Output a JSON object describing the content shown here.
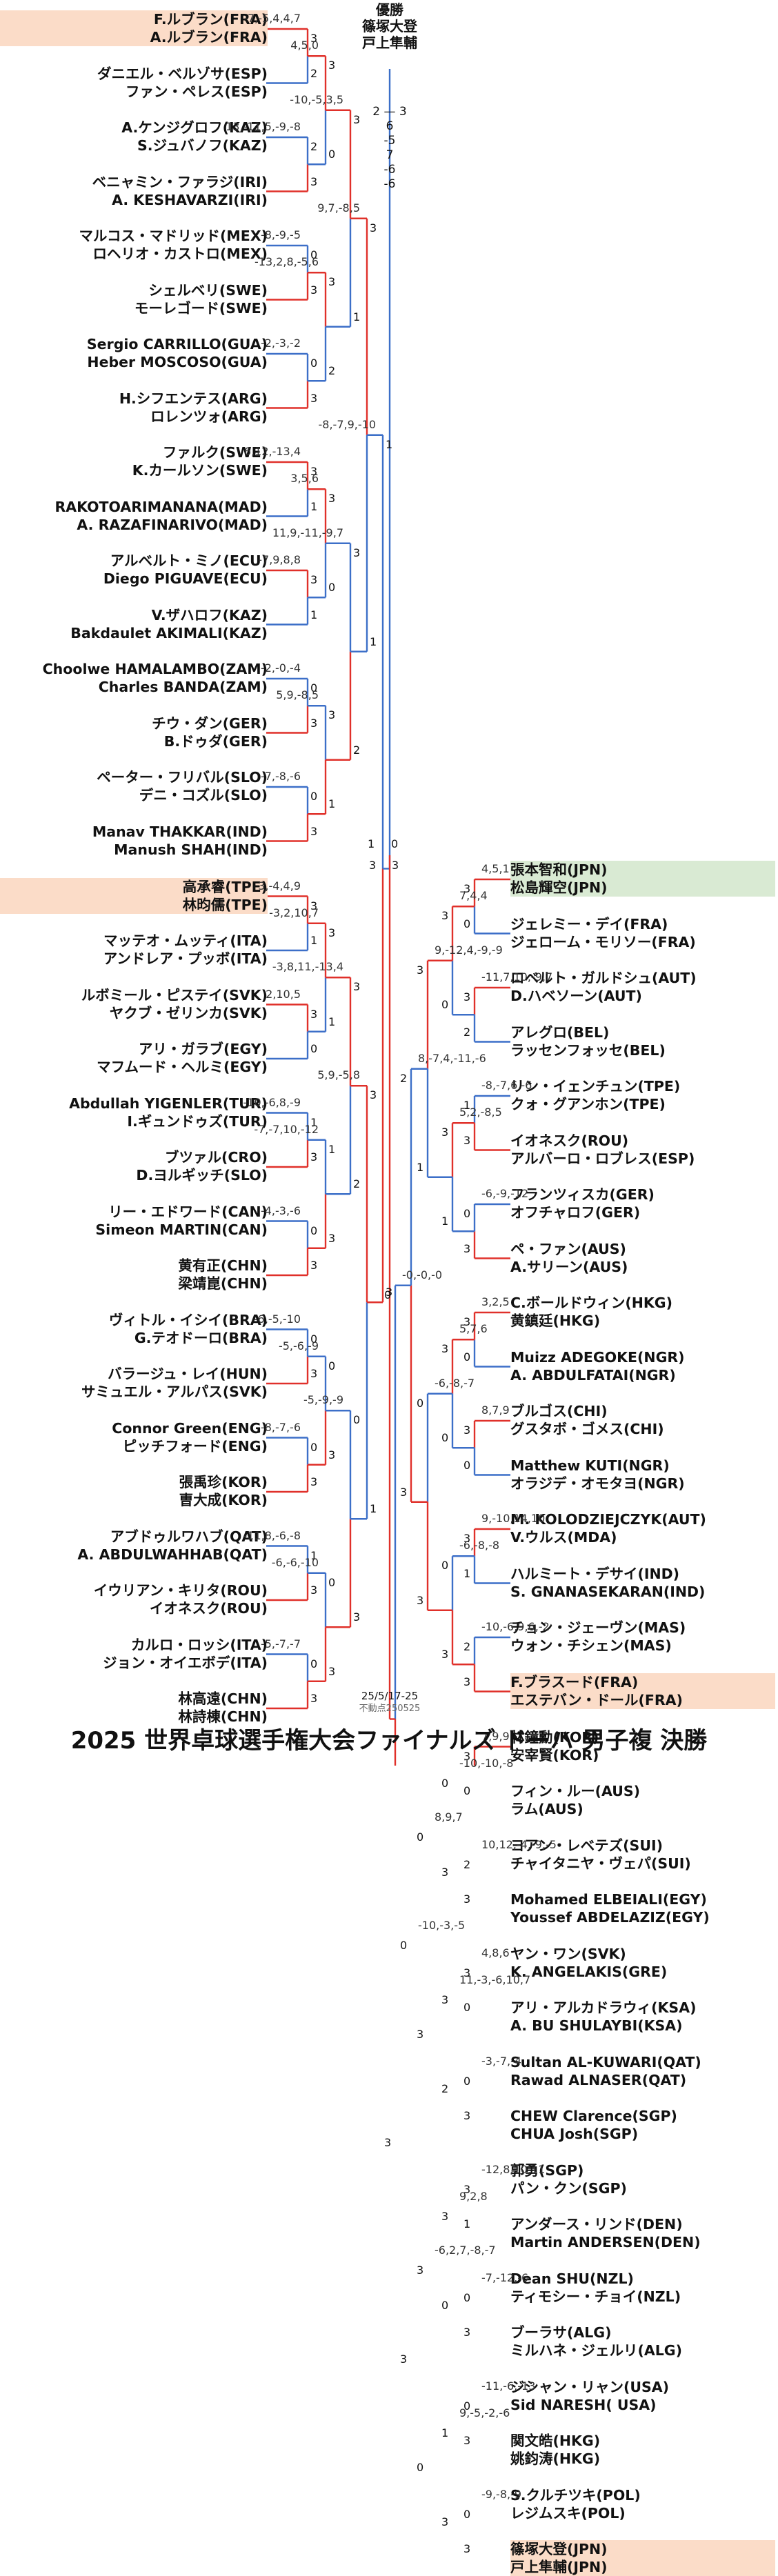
{
  "title": "2025 世界卓球選手権大会ファイナルズ ドーハ 男子複 決勝",
  "date_note": "25/5/17-25",
  "dev_note": "不動点250525",
  "winner": {
    "label": "優勝",
    "players": [
      "篠塚大登",
      "戸上隼輔"
    ]
  },
  "final_score": {
    "games": "2 — 3",
    "scores": [
      "6",
      "-5",
      "7",
      "-6",
      "-6"
    ]
  },
  "colors": {
    "win_line": "#e0302a",
    "lose_line": "#3c6fc8",
    "highlight_orange": "#fbdcc8",
    "highlight_green": "#d9ead3"
  },
  "left": {
    "pairs": [
      {
        "players": [
          "F.ルブラン(FRA)",
          "A.ルブラン(FRA)"
        ],
        "highlight": "orange"
      },
      {
        "players": [
          "ダニエル・ベルゾサ(ESP)",
          "ファン・ペレス(ESP)"
        ]
      },
      {
        "players": [
          "A.ケンジグロフ(KAZ)",
          "S.ジュバノフ(KAZ)"
        ]
      },
      {
        "players": [
          "ベニャミン・ファラジ(IRI)",
          "A. KESHAVARZI(IRI)"
        ]
      },
      {
        "players": [
          "マルコス・マドリッド(MEX)",
          "ロヘリオ・カストロ(MEX)"
        ]
      },
      {
        "players": [
          "シェルベリ(SWE)",
          "モーレゴード(SWE)"
        ]
      },
      {
        "players": [
          "Sergio CARRILLO(GUA)",
          "Heber MOSCOSO(GUA)"
        ]
      },
      {
        "players": [
          "H.シフエンテス(ARG)",
          "ロレンツォ(ARG)"
        ]
      },
      {
        "players": [
          "ファルク(SWE)",
          "K.カールソン(SWE)"
        ]
      },
      {
        "players": [
          "RAKOTOARIMANANA(MAD)",
          "A. RAZAFINARIVO(MAD)"
        ]
      },
      {
        "players": [
          "アルベルト・ミノ(ECU)",
          "Diego PIGUAVE(ECU)"
        ]
      },
      {
        "players": [
          "V.ザハロフ(KAZ)",
          "Bakdaulet AKIMALI(KAZ)"
        ]
      },
      {
        "players": [
          "Choolwe HAMALAMBO(ZAM)",
          "Charles BANDA(ZAM)"
        ]
      },
      {
        "players": [
          "チウ・ダン(GER)",
          "B.ドゥダ(GER)"
        ]
      },
      {
        "players": [
          "ペーター・フリバル(SLO)",
          "デニ・コズル(SLO)"
        ]
      },
      {
        "players": [
          "Manav THAKKAR(IND)",
          "Manush SHAH(IND)"
        ]
      },
      {
        "players": [
          "高承睿(TPE)",
          "林昀儒(TPE)"
        ],
        "highlight": "orange"
      },
      {
        "players": [
          "マッテオ・ムッティ(ITA)",
          "アンドレア・プッボ(ITA)"
        ]
      },
      {
        "players": [
          "ルボミール・ピステイ(SVK)",
          "ヤクブ・ゼリンカ(SVK)"
        ]
      },
      {
        "players": [
          "アリ・ガラブ(EGY)",
          "マフムード・ヘルミ(EGY)"
        ]
      },
      {
        "players": [
          "Abdullah YIGENLER(TUR)",
          "I.ギュンドゥズ(TUR)"
        ]
      },
      {
        "players": [
          "ブツァル(CRO)",
          "D.ヨルギッチ(SLO)"
        ]
      },
      {
        "players": [
          "リー・エドワード(CAN)",
          "Simeon MARTIN(CAN)"
        ]
      },
      {
        "players": [
          "黄有正(CHN)",
          "梁靖崑(CHN)"
        ]
      },
      {
        "players": [
          "ヴィトル・イシイ(BRA)",
          "G.テオドーロ(BRA)"
        ]
      },
      {
        "players": [
          "バラージュ・レイ(HUN)",
          "サミュエル・アルパス(SVK)"
        ]
      },
      {
        "players": [
          "Connor Green(ENG)",
          "ピッチフォード(ENG)"
        ]
      },
      {
        "players": [
          "張禹珍(KOR)",
          "曺大成(KOR)"
        ]
      },
      {
        "players": [
          "アブドゥルワハブ(QAT)",
          "A. ABDULWAHHAB(QAT)"
        ]
      },
      {
        "players": [
          "イウリアン・キリタ(ROU)",
          "イオネスク(ROU)"
        ]
      },
      {
        "players": [
          "カルロ・ロッシ(ITA)",
          "ジョン・オイエボデ(ITA)"
        ]
      },
      {
        "players": [
          "林高遠(CHN)",
          "林詩棟(CHN)"
        ]
      }
    ],
    "r1": [
      {
        "score": "-7,-5,4,4,7",
        "pts": [
          "3",
          "2"
        ],
        "winner": 0
      },
      {
        "score": "13,-11,5,-9,-8",
        "pts": [
          "2",
          "3"
        ],
        "winner": 1
      },
      {
        "score": "-8,-9,-5",
        "pts": [
          "0",
          "3"
        ],
        "winner": 1
      },
      {
        "score": "-2,-3,-2",
        "pts": [
          "0",
          "3"
        ],
        "winner": 1
      },
      {
        "score": "6,12,-13,4",
        "pts": [
          "3",
          "1"
        ],
        "winner": 0
      },
      {
        "score": "-7,9,8,8",
        "pts": [
          "3",
          "1"
        ],
        "winner": 0
      },
      {
        "score": "-2,-0,-4",
        "pts": [
          "0",
          "3"
        ],
        "winner": 1
      },
      {
        "score": "-7,-8,-6",
        "pts": [
          "0",
          "3"
        ],
        "winner": 1
      },
      {
        "score": "3,-4,4,9",
        "pts": [
          "3",
          "1"
        ],
        "winner": 0
      },
      {
        "score": "2,10,5",
        "pts": [
          "3",
          "0"
        ],
        "winner": 0
      },
      {
        "score": "-10,-6,8,-9",
        "pts": [
          "1",
          "3"
        ],
        "winner": 1
      },
      {
        "score": "-4,-3,-6",
        "pts": [
          "0",
          "3"
        ],
        "winner": 1
      },
      {
        "score": "-6,-5,-10",
        "pts": [
          "0",
          "3"
        ],
        "winner": 1
      },
      {
        "score": "-8,-7,-6",
        "pts": [
          "0",
          "3"
        ],
        "winner": 1
      },
      {
        "score": "-11,8,-6,-8",
        "pts": [
          "1",
          "3"
        ],
        "winner": 1
      },
      {
        "score": "-5,-7,-7",
        "pts": [
          "0",
          "3"
        ],
        "winner": 1
      }
    ],
    "r2": [
      {
        "score": "4,5,0",
        "pts": [
          "3",
          "0"
        ],
        "winner": 0
      },
      {
        "score": "-13,2,8,-5,6",
        "pts": [
          "3",
          "2"
        ],
        "winner": 0
      },
      {
        "score": "3,5,6",
        "pts": [
          "3",
          "0"
        ],
        "winner": 0
      },
      {
        "score": "5,9,-8,5",
        "pts": [
          "3",
          "1"
        ],
        "winner": 1
      },
      {
        "score": "-3,2,10,7",
        "pts": [
          "3",
          "1"
        ],
        "winner": 0
      },
      {
        "score": "-7,-7,10,-12",
        "pts": [
          "1",
          "3"
        ],
        "winner": 1
      },
      {
        "score": "-5,-6,-9",
        "pts": [
          "0",
          "3"
        ],
        "winner": 1
      },
      {
        "score": "-6,-6,-10",
        "pts": [
          "0",
          "3"
        ],
        "winner": 1
      }
    ],
    "r3": [
      {
        "score": "-10,-5,3,5",
        "pts": [
          "3",
          "1"
        ],
        "winner": 0
      },
      {
        "score": "11,9,-11,-9,7",
        "pts": [
          "3",
          "2"
        ],
        "winner": 1
      },
      {
        "score": "-3,8,11,-13,4",
        "pts": [
          "3",
          "2"
        ],
        "winner": 0
      },
      {
        "score": "-5,-9,-9",
        "pts": [
          "0",
          "3"
        ],
        "winner": 1
      }
    ],
    "r4": [
      {
        "score": "9,7,-8,5",
        "pts": [
          "3",
          "1"
        ],
        "winner": 0
      },
      {
        "score": "5,9,-5,8",
        "pts": [
          "3",
          "1"
        ],
        "winner": 0
      }
    ],
    "r5": [
      {
        "score": "-8,-7,9,-10",
        "pts": [
          "1",
          "3"
        ],
        "winner": 1
      }
    ]
  },
  "right": {
    "pairs": [
      {
        "players": [
          "張本智和(JPN)",
          "松島輝空(JPN)"
        ],
        "highlight": "green"
      },
      {
        "players": [
          "ジェレミー・デイ(FRA)",
          "ジェローム・モリソー(FRA)"
        ]
      },
      {
        "players": [
          "ロベルト・ガルドシュ(AUT)",
          "D.ハベソーン(AUT)"
        ]
      },
      {
        "players": [
          "アレグロ(BEL)",
          "ラッセンフォッセ(BEL)"
        ]
      },
      {
        "players": [
          "リン・イェンチュン(TPE)",
          "クォ・グアンホン(TPE)"
        ]
      },
      {
        "players": [
          "イオネスク(ROU)",
          "アルバーロ・ロブレス(ESP)"
        ]
      },
      {
        "players": [
          "フランツィスカ(GER)",
          "オフチャロフ(GER)"
        ]
      },
      {
        "players": [
          "ペ・ファン(AUS)",
          "A.サリーン(AUS)"
        ]
      },
      {
        "players": [
          "C.ボールドウィン(HKG)",
          "黄鎮廷(HKG)"
        ]
      },
      {
        "players": [
          "Muizz ADEGOKE(NGR)",
          "A. ABDULFATAI(NGR)"
        ]
      },
      {
        "players": [
          "ブルゴス(CHI)",
          "グスタボ・ゴメス(CHI)"
        ]
      },
      {
        "players": [
          "Matthew KUTI(NGR)",
          "オラジデ・オモタヨ(NGR)"
        ]
      },
      {
        "players": [
          "M. KOLODZIEJCZYK(AUT)",
          "V.ウルス(MDA)"
        ]
      },
      {
        "players": [
          "ハルミート・デサイ(IND)",
          "S. GNANASEKARAN(IND)"
        ]
      },
      {
        "players": [
          "チョン・ジェーヴン(MAS)",
          "ウォン・チシェン(MAS)"
        ]
      },
      {
        "players": [
          "F.ブラスード(FRA)",
          "エステバン・ドール(FRA)"
        ],
        "highlight": "orange"
      },
      {
        "players": [
          "林鐘勳(KOR)",
          "安宰賢(KOR)"
        ]
      },
      {
        "players": [
          "フィン・ルー(AUS)",
          "ラム(AUS)"
        ]
      },
      {
        "players": [
          "ヨアン・レベテズ(SUI)",
          "チャイタニヤ・ヴェパ(SUI)"
        ]
      },
      {
        "players": [
          "Mohamed ELBEIALI(EGY)",
          "Youssef ABDELAZIZ(EGY)"
        ]
      },
      {
        "players": [
          "ヤン・ワン(SVK)",
          "K. ANGELAKIS(GRE)"
        ]
      },
      {
        "players": [
          "アリ・アルカドラウィ(KSA)",
          "A. BU SHULAYBI(KSA)"
        ]
      },
      {
        "players": [
          "Sultan AL-KUWARI(QAT)",
          "Rawad ALNASER(QAT)"
        ]
      },
      {
        "players": [
          "CHEW Clarence(SGP)",
          "CHUA Josh(SGP)"
        ]
      },
      {
        "players": [
          "郭勇(SGP)",
          "パン・クン(SGP)"
        ]
      },
      {
        "players": [
          "アンダース・リンド(DEN)",
          "Martin ANDERSEN(DEN)"
        ]
      },
      {
        "players": [
          "Dean SHU(NZL)",
          "ティモシー・チョイ(NZL)"
        ]
      },
      {
        "players": [
          "ブーラサ(ALG)",
          "ミルハネ・ジェルリ(ALG)"
        ]
      },
      {
        "players": [
          "ジシャン・リャン(USA)",
          "Sid NARESH( USA)"
        ]
      },
      {
        "players": [
          "関文皓(HKG)",
          "姚鈞涛(HKG)"
        ]
      },
      {
        "players": [
          "S.クルチツキ(POL)",
          "レジムスキ(POL)"
        ]
      },
      {
        "players": [
          "篠塚大登(JPN)",
          "戸上隼輔(JPN)"
        ],
        "highlight": "orange"
      }
    ],
    "r1": [
      {
        "score": "4,5,1",
        "pts": [
          "3",
          "0"
        ],
        "winner": 0
      },
      {
        "score": "-11,7,10,-9,7",
        "pts": [
          "3",
          "2"
        ],
        "winner": 0
      },
      {
        "score": "-8,-7,6,-6",
        "pts": [
          "1",
          "3"
        ],
        "winner": 1
      },
      {
        "score": "-6,-9,-12",
        "pts": [
          "0",
          "3"
        ],
        "winner": 1
      },
      {
        "score": "3,2,5",
        "pts": [
          "3",
          "0"
        ],
        "winner": 0
      },
      {
        "score": "8,7,9",
        "pts": [
          "3",
          "0"
        ],
        "winner": 0
      },
      {
        "score": "9,-10,14,10",
        "pts": [
          "3",
          "1"
        ],
        "winner": 0
      },
      {
        "score": "-10,-6,9,6,-2",
        "pts": [
          "2",
          "3"
        ],
        "winner": 1
      },
      {
        "score": "7,9,9",
        "pts": [
          "3",
          "0"
        ],
        "winner": 0
      },
      {
        "score": "10,12,-4,-9,-5",
        "pts": [
          "2",
          "3"
        ],
        "winner": 1
      },
      {
        "score": "4,8,6",
        "pts": [
          "3",
          "0"
        ],
        "winner": 0
      },
      {
        "score": "-3,-7,-4",
        "pts": [
          "0",
          "3"
        ],
        "winner": 1
      },
      {
        "score": "-12,8,10,11",
        "pts": [
          "3",
          "1"
        ],
        "winner": 0
      },
      {
        "score": "-7,-12,-6",
        "pts": [
          "0",
          "3"
        ],
        "winner": 1
      },
      {
        "score": "-11,-6,-13",
        "pts": [
          "0",
          "3"
        ],
        "winner": 1
      },
      {
        "score": "-9,-8,-9",
        "pts": [
          "0",
          "3"
        ],
        "winner": 1
      }
    ],
    "r2": [
      {
        "score": "7,4,4",
        "pts": [
          "3",
          "0"
        ],
        "winner": 0
      },
      {
        "score": "5,2,-8,5",
        "pts": [
          "3",
          "1"
        ],
        "winner": 0
      },
      {
        "score": "5,7,6",
        "pts": [
          "3",
          "0"
        ],
        "winner": 0
      },
      {
        "score": "-6,-8,-8",
        "pts": [
          "0",
          "3"
        ],
        "winner": 1
      },
      {
        "score": "-10,-10,-8",
        "pts": [
          "0",
          "3"
        ],
        "winner": 1
      },
      {
        "score": "11,-3,-6,10,7",
        "pts": [
          "3",
          "2"
        ],
        "winner": 0
      },
      {
        "score": "9,2,8",
        "pts": [
          "3",
          "0"
        ],
        "winner": 0
      },
      {
        "score": "9,-5,-2,-6",
        "pts": [
          "1",
          "3"
        ],
        "winner": 1
      }
    ],
    "r3": [
      {
        "score": "9,-12,4,-9,-9",
        "pts": [
          "3",
          "1"
        ],
        "winner": 0
      },
      {
        "score": "-6,-8,-7",
        "pts": [
          "0",
          "3"
        ],
        "winner": 1
      },
      {
        "score": "8,9,7",
        "pts": [
          "0",
          "3"
        ],
        "winner": 1
      },
      {
        "score": "-6,2,7,-8,-7",
        "pts": [
          "3",
          "0"
        ],
        "winner": 0
      }
    ],
    "r4": [
      {
        "score": "8,-7,4,-11,-6",
        "pts": [
          "2",
          "3"
        ],
        "winner": 1
      },
      {
        "score": "-10,-3,-5",
        "pts": [
          "0",
          "3"
        ],
        "winner": 1
      }
    ],
    "r5": [
      {
        "score": "-0,-0,-0",
        "pts": [
          "0",
          "3"
        ],
        "winner": 1
      }
    ]
  },
  "final": {
    "pts": [
      "1",
      "0",
      "3",
      "3"
    ]
  }
}
